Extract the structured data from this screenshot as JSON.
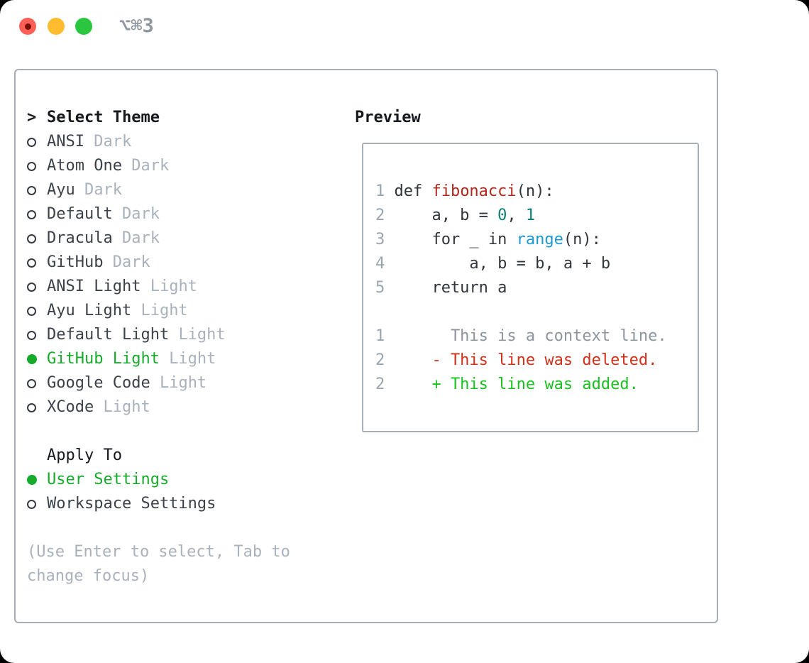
{
  "window": {
    "title": "⌥⌘3",
    "traffic_lights": [
      "close",
      "minimize",
      "zoom"
    ]
  },
  "theme_list": {
    "cursor": ">",
    "header": "Select Theme",
    "items": [
      {
        "name": "ANSI",
        "variant": "Dark",
        "selected": false
      },
      {
        "name": "Atom One",
        "variant": "Dark",
        "selected": false
      },
      {
        "name": "Ayu",
        "variant": "Dark",
        "selected": false
      },
      {
        "name": "Default",
        "variant": "Dark",
        "selected": false
      },
      {
        "name": "Dracula",
        "variant": "Dark",
        "selected": false
      },
      {
        "name": "GitHub",
        "variant": "Dark",
        "selected": false
      },
      {
        "name": "ANSI Light",
        "variant": "Light",
        "selected": false
      },
      {
        "name": "Ayu Light",
        "variant": "Light",
        "selected": false
      },
      {
        "name": "Default Light",
        "variant": "Light",
        "selected": false
      },
      {
        "name": "GitHub Light",
        "variant": "Light",
        "selected": true
      },
      {
        "name": "Google Code",
        "variant": "Light",
        "selected": false
      },
      {
        "name": "XCode",
        "variant": "Light",
        "selected": false
      }
    ]
  },
  "apply_to": {
    "header": "Apply To",
    "options": [
      {
        "label": "User Settings",
        "selected": true
      },
      {
        "label": "Workspace Settings",
        "selected": false
      }
    ]
  },
  "help_text": "(Use Enter to select, Tab to change focus)",
  "preview": {
    "header": "Preview",
    "code_lines": [
      {
        "number": "1",
        "tokens": [
          {
            "text": "def ",
            "color": "text"
          },
          {
            "text": "fibonacci",
            "color": "function"
          },
          {
            "text": "(n):",
            "color": "text"
          }
        ]
      },
      {
        "number": "2",
        "tokens": [
          {
            "text": "    a, b = ",
            "color": "text"
          },
          {
            "text": "0",
            "color": "number"
          },
          {
            "text": ", ",
            "color": "text"
          },
          {
            "text": "1",
            "color": "number"
          }
        ]
      },
      {
        "number": "3",
        "tokens": [
          {
            "text": "    for _ in ",
            "color": "text"
          },
          {
            "text": "range",
            "color": "builtin"
          },
          {
            "text": "(n):",
            "color": "text"
          }
        ]
      },
      {
        "number": "4",
        "tokens": [
          {
            "text": "        a, b = b, a + b",
            "color": "text"
          }
        ]
      },
      {
        "number": "5",
        "tokens": [
          {
            "text": "    return a",
            "color": "text"
          }
        ]
      }
    ],
    "diff_lines": [
      {
        "number": "1",
        "marker": " ",
        "text": "This is a context line.",
        "type": "context"
      },
      {
        "number": "2",
        "marker": "-",
        "text": "This line was deleted.",
        "type": "deleted"
      },
      {
        "number": "2",
        "marker": "+",
        "text": "This line was added.",
        "type": "added"
      }
    ]
  },
  "colors": {
    "light-red": "#ff5f57",
    "light-red-dot": "#771104",
    "light-yellow": "#febc2e",
    "light-green": "#2ac640",
    "title": "#8e969e",
    "border": "#a6aeb8",
    "header": "#16191d",
    "item": "#3b4249",
    "muted": "#a9b2bc",
    "radio": "#343b42",
    "green": "#17ab2c",
    "code-text": "#2f363c",
    "func-red": "#b2281c",
    "num-teal": "#0e7d79",
    "builtin-blue": "#1b9ad2",
    "linenum": "#9aa4af",
    "diff-context": "#8d959e",
    "diff-deleted": "#d03119",
    "diff-added": "#1bc121"
  }
}
